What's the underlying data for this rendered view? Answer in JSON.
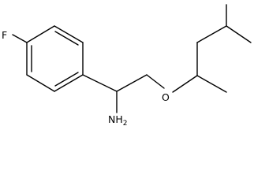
{
  "molecule": {
    "atoms": {
      "fluorine": "F",
      "oxygen": "O",
      "amine_main": "NH",
      "amine_subscript": "2"
    },
    "colors": {
      "bond": "#000000",
      "label": "#000000",
      "background": "#ffffff"
    }
  }
}
